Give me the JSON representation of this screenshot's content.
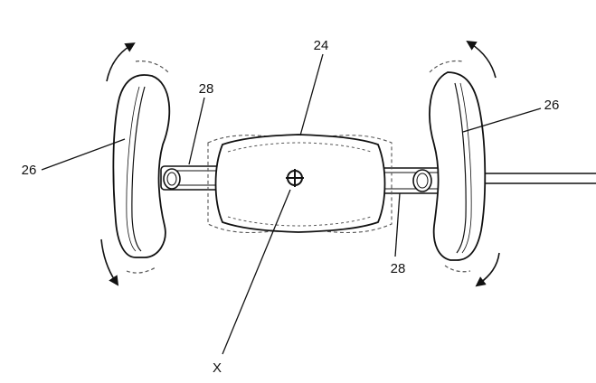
{
  "figure": {
    "labels": {
      "hub": "24",
      "left_handle": "26",
      "right_handle": "26",
      "left_shaft": "28",
      "right_shaft": "28",
      "axis": "X"
    },
    "colors": {
      "line": "#111111",
      "dashed": "#555555",
      "background": "#ffffff"
    },
    "icons": {
      "rotation_arrows": "curved-arrow-icon",
      "center_mark": "crosshair-circle-icon"
    }
  }
}
